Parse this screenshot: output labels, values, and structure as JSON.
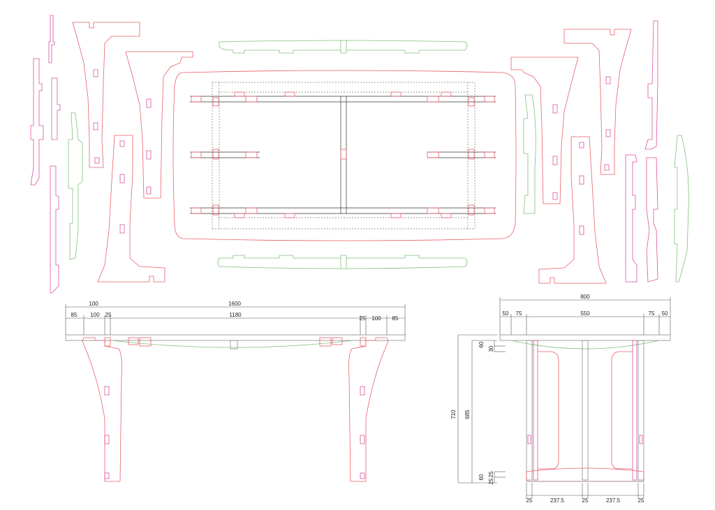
{
  "colors": {
    "part_red": "#e8606a",
    "part_pink": "#d9529e",
    "part_green": "#7fc07a",
    "dimension": "#555555"
  },
  "side_view": {
    "overall_width": "1600",
    "top_left_label": "100",
    "inner_span": "1180",
    "left_offset": "85",
    "left_leg": "100",
    "left_gap": "25",
    "right_gap": "25",
    "right_leg": "100",
    "right_offset": "85"
  },
  "end_view": {
    "overall_width": "800",
    "left_margin": "50",
    "left_inset": "75",
    "inner_span": "550",
    "right_inset": "75",
    "right_margin": "50",
    "top_rail_height": "60",
    "top_rail_sub": "30",
    "overall_height": "710",
    "leg_height": "685",
    "bottom_rail_height": "60",
    "bottom_sub_a": "25",
    "bottom_sub_b": "25",
    "bottom_dims": [
      "25",
      "237.5",
      "25",
      "237.5",
      "25"
    ]
  }
}
